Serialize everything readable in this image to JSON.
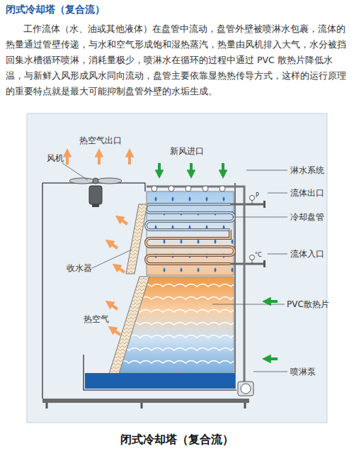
{
  "diagram": {
    "title": "闭式冷却塔（复合流）",
    "caption": "闭式冷却塔（复合流）",
    "labels": [
      "工作流体（水、油或其他液体）在盘管中流动，盘管外壁被喷淋水包裹，流体的热量通过管壁传递，与水和空气形成饱和湿热蒸汽，热量由风机排入大气，水分被挡回集水槽循环喷淋，消耗量极少，喷淋水在循环的过程中通过 PVC 散热片降低水温，与新鲜入风形成风水同向流动，盘管主要依靠显热热传导方式，这样的运行原理的重要特点就是最大可能抑制盘管外壁的水垢生成。",
      "热空气出口",
      "风机",
      "新风进口",
      "淋水系统",
      "P",
      "流体出口",
      "冷却盘管",
      "°C",
      "流体入口",
      "收水器",
      "PVC散热片",
      "热空气",
      "喷淋泵"
    ]
  }
}
